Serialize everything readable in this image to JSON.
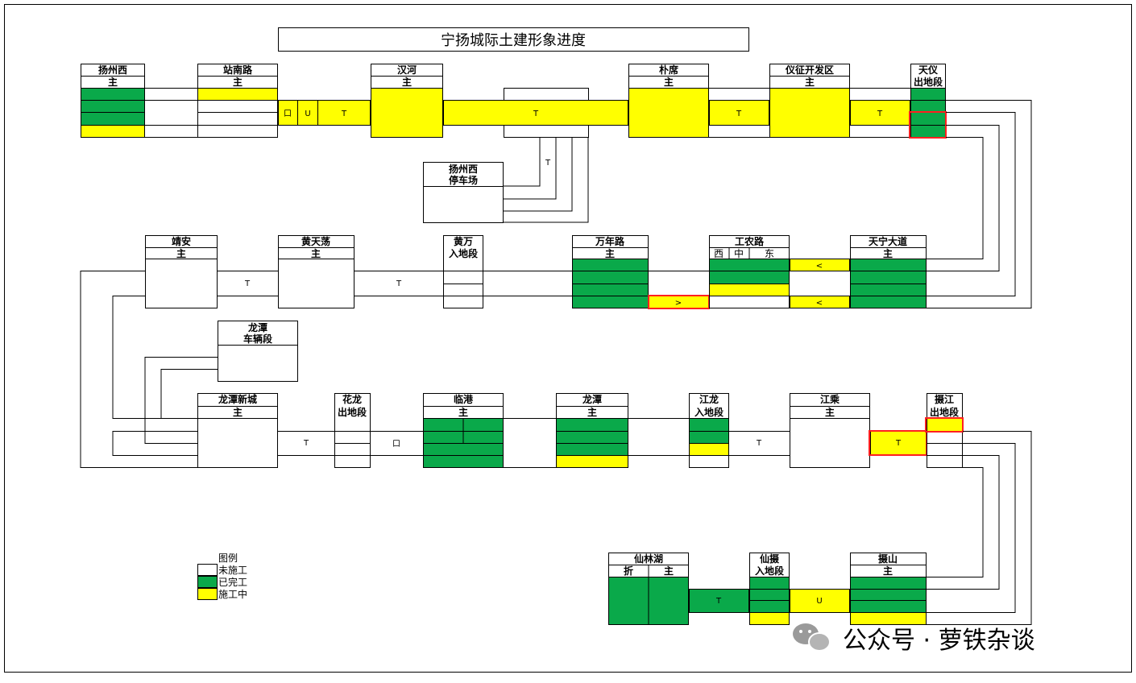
{
  "title": "宁扬城际土建形象进度",
  "colors": {
    "done": "#0aa94a",
    "inprogress": "#ffff00",
    "todo": "#ffffff",
    "highlight": "#ff2020",
    "line": "#000000"
  },
  "legend": {
    "heading": "图例",
    "items": [
      {
        "status": "todo",
        "label": "未施工"
      },
      {
        "status": "done",
        "label": "已完工"
      },
      {
        "status": "inprogress",
        "label": "施工中"
      }
    ]
  },
  "stations": [
    {
      "id": "yangzhouxi",
      "name": "扬州西",
      "sub": "主"
    },
    {
      "id": "zhannanlu",
      "name": "站南路",
      "sub": "主"
    },
    {
      "id": "hanhe",
      "name": "汉河",
      "sub": "主"
    },
    {
      "id": "puxi",
      "name": "朴席",
      "sub": "主"
    },
    {
      "id": "yizheng",
      "name": "仪征开发区",
      "sub": "主"
    },
    {
      "id": "tianyi",
      "name": "天仪",
      "sub": "出地段"
    },
    {
      "id": "yzx_depot",
      "name": "扬州西",
      "sub": "停车场"
    },
    {
      "id": "jingan",
      "name": "靖安",
      "sub": "主"
    },
    {
      "id": "huangtiandang",
      "name": "黄天荡",
      "sub": "主"
    },
    {
      "id": "huangwan",
      "name": "黄万",
      "sub": "入地段"
    },
    {
      "id": "wannianlu",
      "name": "万年路",
      "sub": "主"
    },
    {
      "id": "gongnonglu",
      "name": "工农路",
      "sub": "",
      "parts": [
        "西",
        "中",
        "东"
      ]
    },
    {
      "id": "tianning",
      "name": "天宁大道",
      "sub": "主"
    },
    {
      "id": "longtan_depot",
      "name": "龙潭",
      "sub": "车辆段"
    },
    {
      "id": "longtanxincheng",
      "name": "龙潭新城",
      "sub": "主"
    },
    {
      "id": "hualong",
      "name": "花龙",
      "sub": "出地段"
    },
    {
      "id": "lingang",
      "name": "临港",
      "sub": "主"
    },
    {
      "id": "longtan",
      "name": "龙潭",
      "sub": "主"
    },
    {
      "id": "jianglong",
      "name": "江龙",
      "sub": "入地段"
    },
    {
      "id": "jiangcheng",
      "name": "江乘",
      "sub": "主"
    },
    {
      "id": "shejiang",
      "name": "摄江",
      "sub": "出地段"
    },
    {
      "id": "xianlinhu",
      "name": "仙林湖",
      "sub": "",
      "parts": [
        "折",
        "主"
      ]
    },
    {
      "id": "xianshe",
      "name": "仙摄",
      "sub": "入地段"
    },
    {
      "id": "sheshan",
      "name": "摄山",
      "sub": "主"
    }
  ],
  "section_codes": {
    "kou": "口",
    "u": "U",
    "t": "T",
    "left": "<",
    "right": ">"
  },
  "watermark": "公众号 · 萝铁杂谈"
}
